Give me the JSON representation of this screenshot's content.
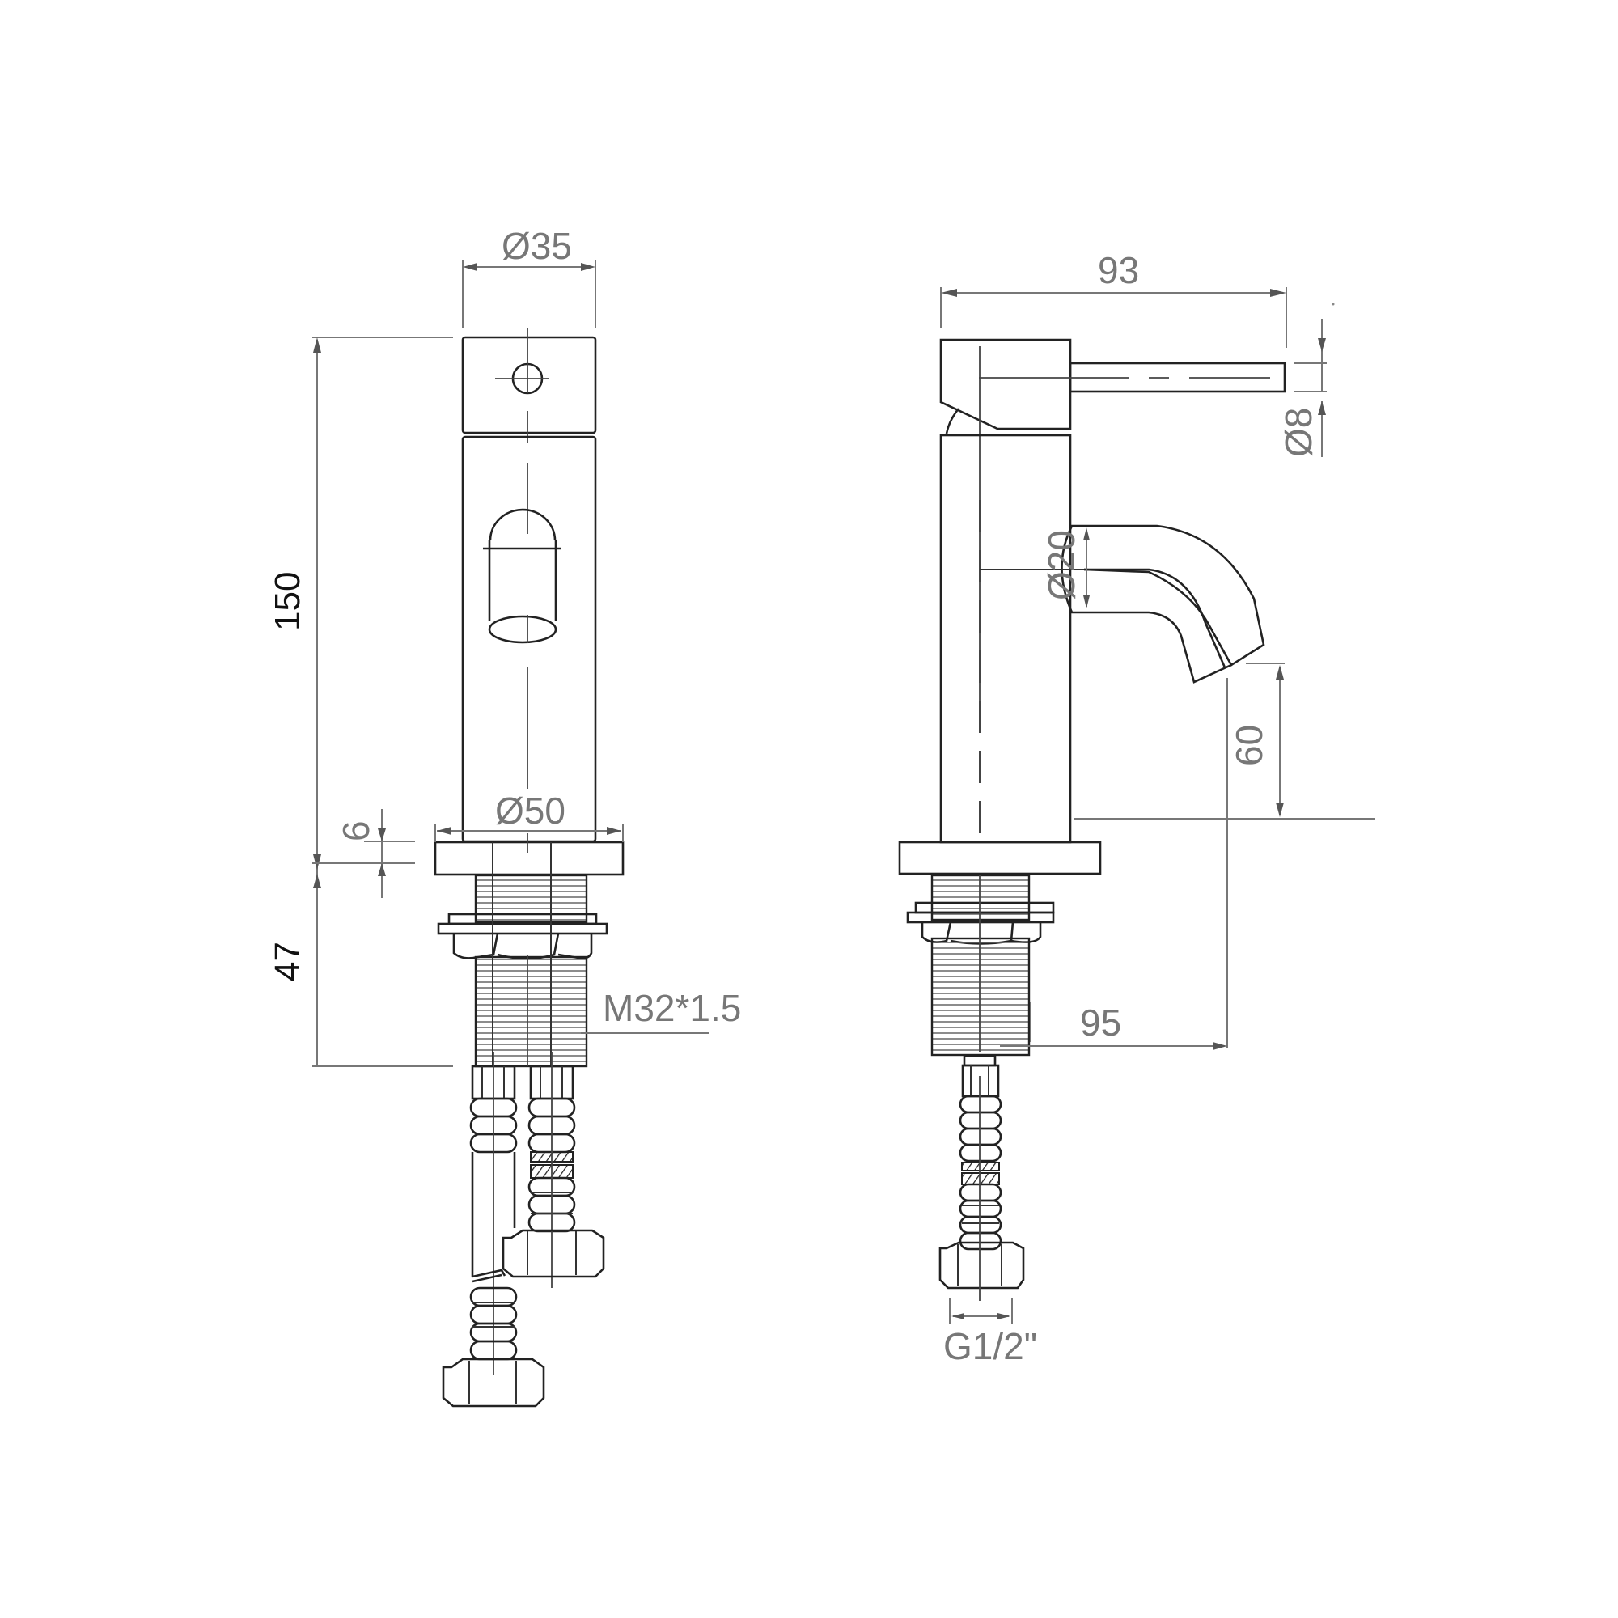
{
  "drawing": {
    "title": "Basin mixer tap technical drawing",
    "views": [
      "front-view",
      "side-view"
    ],
    "units": "mm"
  },
  "front_view": {
    "dim_handle_diameter": "Ø35",
    "dim_base_diameter": "Ø50",
    "dim_total_height": "150",
    "dim_base_thickness": "6",
    "dim_shank_length": "47",
    "thread_spec": "M32*1.5"
  },
  "side_view": {
    "dim_reach_handle": "93",
    "dim_lever_diameter": "Ø8",
    "dim_spout_diameter": "Ø20",
    "dim_spout_clearance": "60",
    "dim_spout_reach": "95",
    "hose_connection": "G1/2\""
  }
}
